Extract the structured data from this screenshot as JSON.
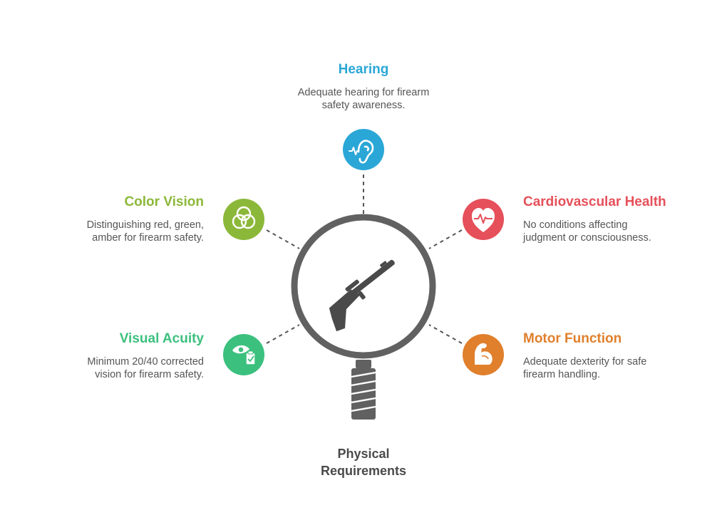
{
  "center": {
    "title_line1": "Physical",
    "title_line2": "Requirements",
    "icon": "rifle-icon"
  },
  "nodes": {
    "hearing": {
      "title": "Hearing",
      "desc_line1": "Adequate hearing for firearm",
      "desc_line2": "safety awareness.",
      "color": "#2aa7d6",
      "icon": "ear-icon"
    },
    "color_vision": {
      "title": "Color Vision",
      "desc_line1": "Distinguishing red, green,",
      "desc_line2": "amber for firearm safety.",
      "color": "#8cb83a",
      "icon": "color-circles-icon"
    },
    "cardiovascular": {
      "title": "Cardiovascular Health",
      "desc_line1": "No conditions affecting",
      "desc_line2": "judgment or consciousness.",
      "color": "#e5505a",
      "icon": "heart-pulse-icon"
    },
    "visual_acuity": {
      "title": "Visual Acuity",
      "desc_line1": "Minimum 20/40 corrected",
      "desc_line2": "vision for firearm safety.",
      "color": "#3cc07e",
      "icon": "eye-clipboard-icon"
    },
    "motor": {
      "title": "Motor Function",
      "desc_line1": "Adequate dexterity for safe",
      "desc_line2": "firearm handling.",
      "color": "#e07f2c",
      "icon": "flexed-arm-icon"
    }
  },
  "magnifier_color": "#616161"
}
